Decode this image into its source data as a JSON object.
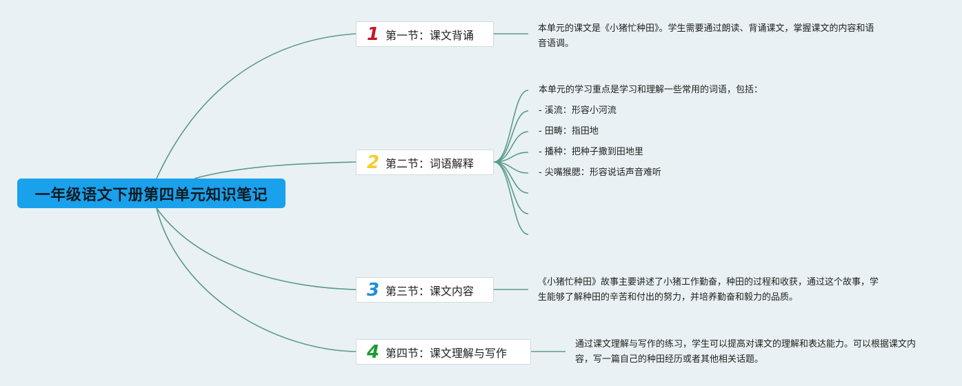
{
  "root": {
    "title": "一年级语文下册第四单元知识笔记"
  },
  "sections": [
    {
      "number": "1",
      "number_color": "#c0182b",
      "label": "第一节：课文背诵",
      "note": "本单元的课文是《小猪忙种田》。学生需要通过朗读、背诵课文，掌握课文的内容和语音语调。"
    },
    {
      "number": "2",
      "number_color": "#f2cd2c",
      "label": "第二节：词语解释",
      "items": [
        "本单元的学习重点是学习和理解一些常用的词语，包括：",
        "- 溪流：形容小河流",
        "- 田畴：指田地",
        "- 播种：把种子撒到田地里",
        "- 尖嘴猴腮：形容说话声音难听",
        "",
        "",
        ""
      ]
    },
    {
      "number": "3",
      "number_color": "#1c8fd6",
      "label": "第三节：课文内容",
      "note": "《小猪忙种田》故事主要讲述了小猪工作勤奋，种田的过程和收获，通过这个故事，学生能够了解种田的辛苦和付出的努力，并培养勤奋和毅力的品质。"
    },
    {
      "number": "4",
      "number_color": "#1e9a36",
      "label": "第四节：课文理解与写作",
      "note": "通过课文理解与写作的练习，学生可以提高对课文的理解和表达能力。可以根据课文内容，写一篇自己的种田经历或者其他相关话题。"
    }
  ],
  "colors": {
    "link": "#5a9a8a",
    "background": "#e9f1f4",
    "root": "#1aa1ec"
  }
}
